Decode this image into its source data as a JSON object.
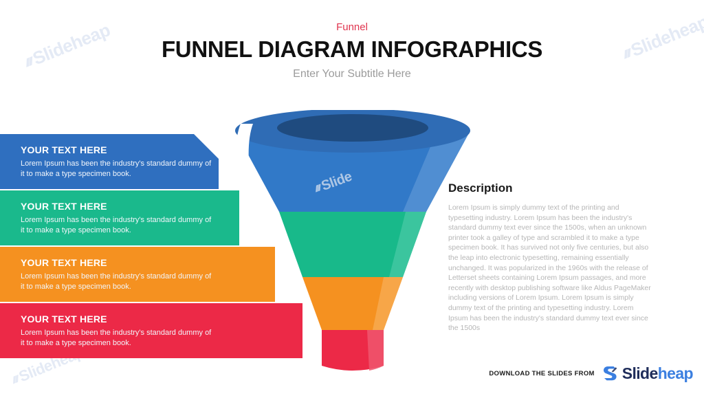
{
  "header": {
    "eyebrow": "Funnel",
    "title": "FUNNEL DIAGRAM INFOGRAPHICS",
    "subtitle": "Enter Your Subtitle Here"
  },
  "panels": [
    {
      "title": "YOUR TEXT HERE",
      "desc": "Lorem Ipsum has been the industry's standard dummy of it to make a type specimen book.",
      "color": "#2f6fbf"
    },
    {
      "title": "YOUR TEXT HERE",
      "desc": "Lorem Ipsum has been the industry's standard dummy of it to make a type specimen book.",
      "color": "#1ab98c"
    },
    {
      "title": "YOUR TEXT HERE",
      "desc": "Lorem Ipsum has been the industry's standard dummy of it to make a type specimen book.",
      "color": "#f59120"
    },
    {
      "title": "YOUR TEXT HERE",
      "desc": "Lorem Ipsum has been the industry's standard dummy of it to make a type specimen book.",
      "color": "#ec2947"
    }
  ],
  "funnel": {
    "segments": [
      {
        "name": "segment-blue",
        "color": "#3179c8",
        "highlight": "#5b95d6",
        "rim": "#2f6cb5",
        "hole": "#1f4b7f"
      },
      {
        "name": "segment-green",
        "color": "#18b98a",
        "highlight": "#45c8a3"
      },
      {
        "name": "segment-orange",
        "color": "#f59120",
        "highlight": "#f8ab52"
      },
      {
        "name": "segment-red",
        "color": "#ec2947",
        "highlight": "#f0566e"
      }
    ]
  },
  "description": {
    "title": "Description",
    "body": "Lorem Ipsum is simply dummy text of the printing and typesetting industry. Lorem Ipsum has been the industry's standard dummy text ever since the 1500s, when an unknown printer took a galley of type and scrambled it to make a type specimen book. It has survived not only five centuries, but also the leap into electronic typesetting, remaining essentially unchanged. It was popularized in the 1960s with the release of Letterset sheets containing Lorem Ipsum passages, and more recently with desktop publishing software like Aldus PageMaker including versions of Lorem Ipsum. Lorem Ipsum is simply dummy text of the printing and typesetting industry. Lorem Ipsum has been the industry's standard dummy text ever since the 1500s"
  },
  "footer": {
    "label": "DOWNLOAD THE SLIDES FROM",
    "brand_first": "Slide",
    "brand_second": "heap"
  },
  "watermarks": {
    "text": "Slideheap",
    "short": "Slide"
  },
  "colors": {
    "accent_red": "#e0344e",
    "brand_dark": "#1f2d5a",
    "brand_blue": "#3b7fe0",
    "title": "#111111",
    "subtitle": "#9b9b9b",
    "body_text": "#b6b6b6"
  }
}
